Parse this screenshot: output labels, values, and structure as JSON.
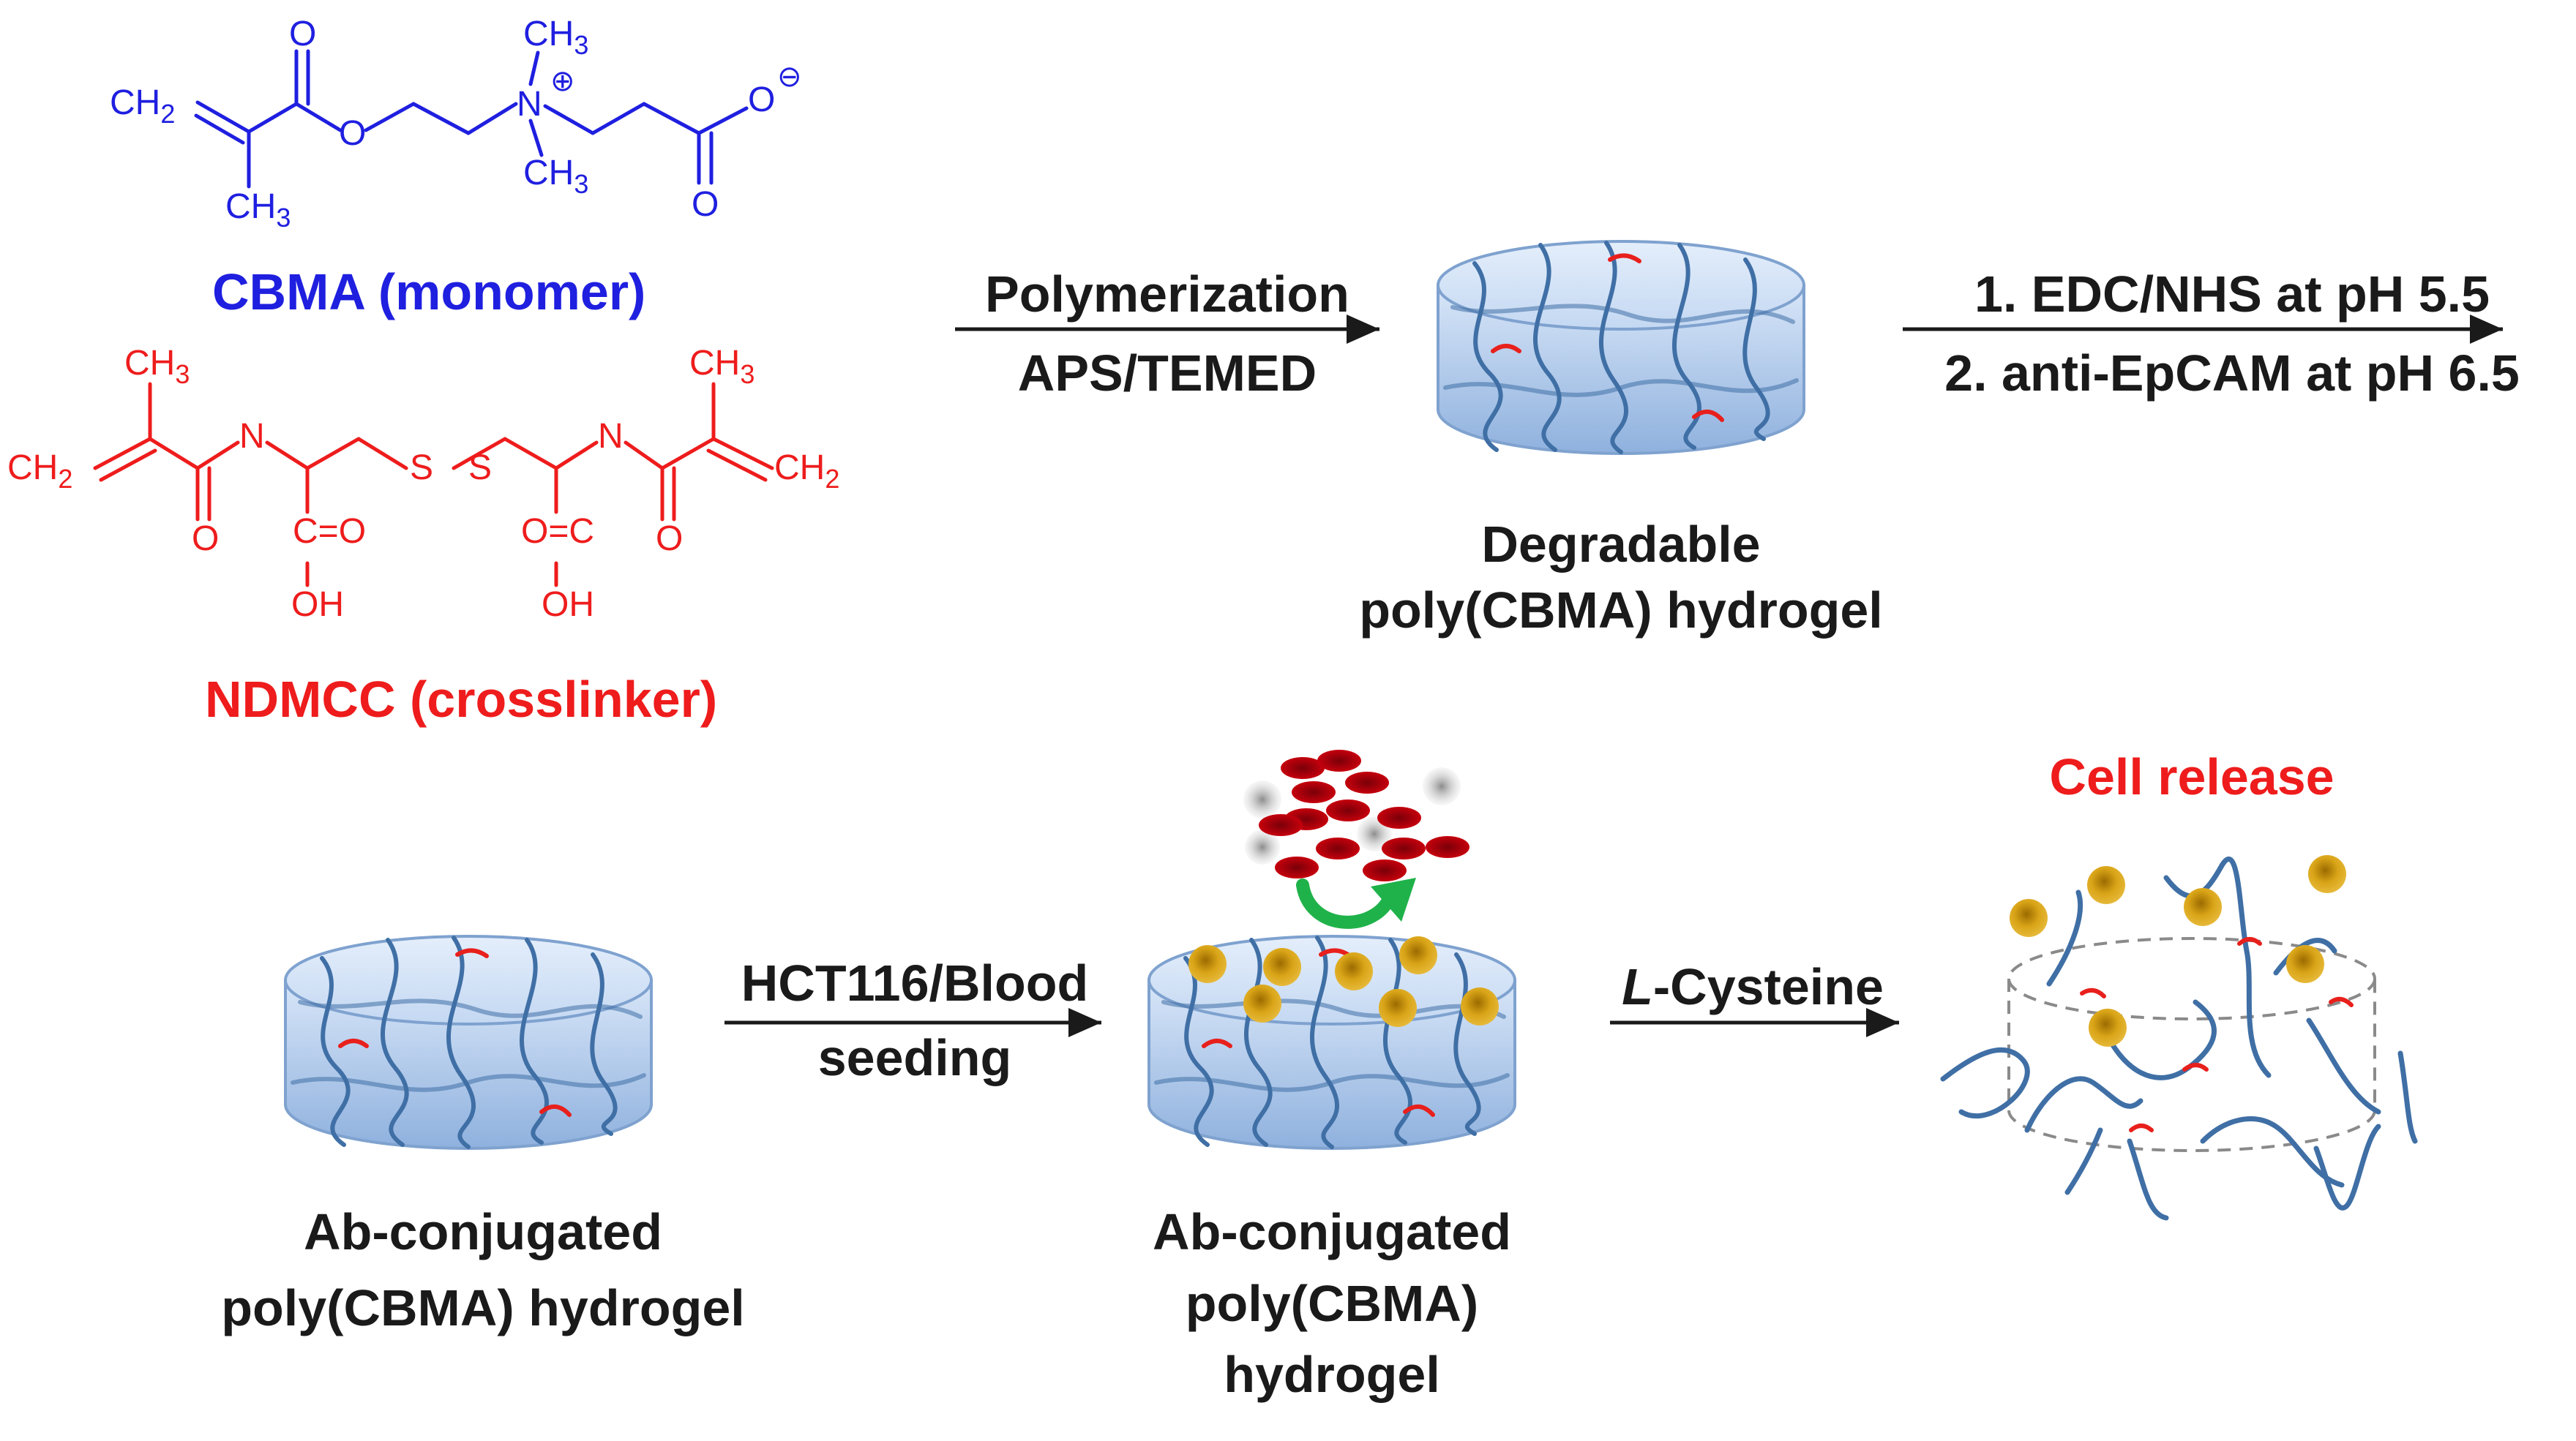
{
  "colors": {
    "monomer": "#1f1fe0",
    "crosslinker": "#ee1c1c",
    "text": "#1a1a1a",
    "gel_fill": "#cfe0f6",
    "polymer_chain": "#3f6fa5",
    "degradable_link": "#e8201c",
    "tumor_cell": "#d9a417",
    "red_blood_cell": "#c4000c",
    "white_cell": "#9a9a9a",
    "exchange_arrow": "#1fb24a"
  },
  "monomer": {
    "label": "CBMA (monomer)",
    "atoms": {
      "ch2": "CH2",
      "ch3_a": "CH3",
      "o_ester": "O",
      "o_carbonyl": "O",
      "n": "N",
      "n_plus": "⊕",
      "n_me_top": "CH3",
      "n_me_bottom": "CH3",
      "o_carboxylate": "O",
      "o_minus": "⊖",
      "o_carboxyl": "O"
    }
  },
  "crosslinker": {
    "label": "NDMCC (crosslinker)",
    "atoms": {
      "ch3_left": "CH3",
      "ch2_left": "CH2",
      "n_left": "N",
      "o_left": "O",
      "s1": "S",
      "s2": "S",
      "cooh_left_top": "C=O",
      "oh_left": "OH",
      "cooh_right_top": "O=C",
      "oh_right": "OH",
      "n_right": "N",
      "o_right": "O",
      "ch3_right": "CH3",
      "ch2_right": "CH2"
    }
  },
  "steps": {
    "polymerization": {
      "line1": "Polymerization",
      "line2": "APS/TEMED"
    },
    "conjugation": {
      "line1": "1. EDC/NHS at pH 5.5",
      "line2": "2. anti-EpCAM at pH 6.5"
    },
    "seeding": {
      "line1": "HCT116/Blood",
      "line2": "seeding"
    },
    "release": {
      "italic": "L",
      "rest": "-Cysteine"
    }
  },
  "captions": {
    "degradable_gel": {
      "line1": "Degradable",
      "line2": "poly(CBMA) hydrogel"
    },
    "ab_gel": {
      "line1": "Ab-conjugated",
      "line2": "poly(CBMA) hydrogel"
    },
    "seeded_gel": {
      "line1": "Ab-conjugated",
      "line2": "poly(CBMA)",
      "line3": "hydrogel"
    },
    "cell_release": "Cell release"
  }
}
